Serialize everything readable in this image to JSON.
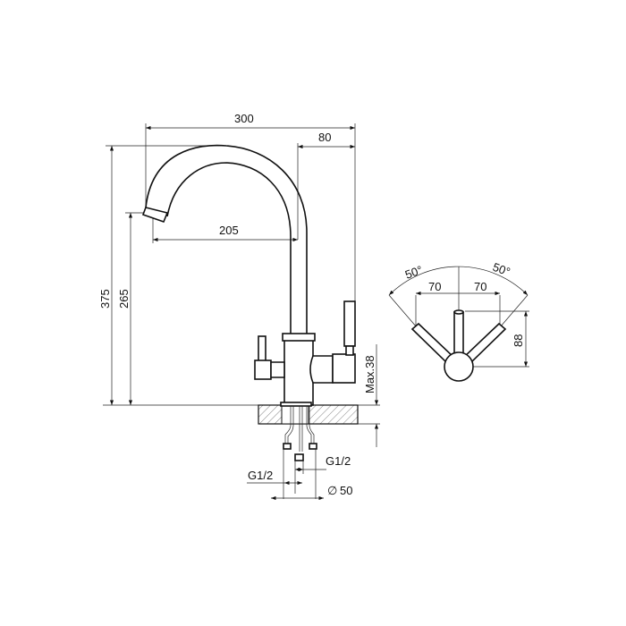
{
  "side_view": {
    "dim_total_width": "300",
    "dim_offset": "80",
    "dim_reach": "205",
    "dim_total_height": "375",
    "dim_spout_height": "265",
    "dim_max_thickness": "Max.38",
    "dim_thread_left": "G1/2",
    "dim_thread_right": "G1/2",
    "dim_hole_diameter": "50",
    "diameter_symbol": "∅"
  },
  "top_view": {
    "angle_left": "50°",
    "angle_right": "50°",
    "dim_left": "70",
    "dim_right": "70",
    "dim_handle": "88"
  }
}
